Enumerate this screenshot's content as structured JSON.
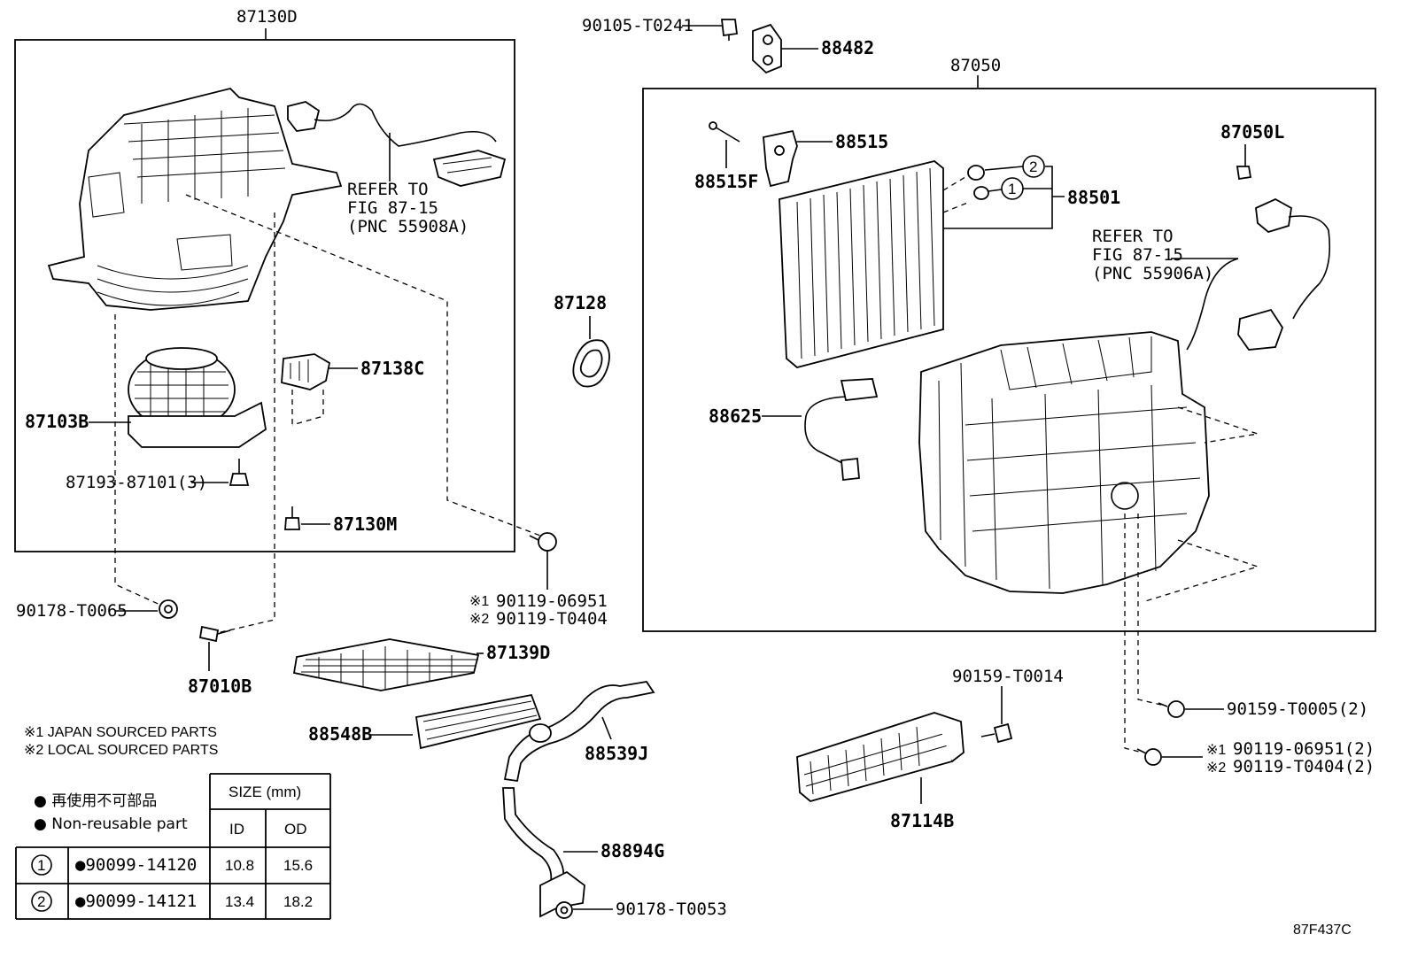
{
  "diagram_id": "87F437C",
  "assemblies": {
    "blower": "87130D",
    "unit": "87050"
  },
  "labels": {
    "p90105": "90105-T0241",
    "p88482": "88482",
    "p87050L": "87050L",
    "p88515": "88515",
    "p88515F": "88515F",
    "p88501": "88501",
    "p87128": "87128",
    "p88625": "88625",
    "p87138C": "87138C",
    "p87103B": "87103B",
    "p87193": "87193-87101(3)",
    "p87130M": "87130M",
    "p90178a": "90178-T0065",
    "p87010B": "87010B",
    "p90119a1": "90119-06951",
    "p90119a2": "90119-T0404",
    "p87139D": "87139D",
    "p88548B": "88548B",
    "p88539J": "88539J",
    "p88894G": "88894G",
    "p90178b": "90178-T0053",
    "p90159a": "90159-T0014",
    "p87114B": "87114B",
    "p90159b": "90159-T0005(2)",
    "p90119b1": "90119-06951(2)",
    "p90119b2": "90119-T0404(2)"
  },
  "refs": {
    "left": [
      "REFER TO",
      "FIG 87-15",
      "(PNC 55908A)"
    ],
    "right": [
      "REFER TO",
      "FIG 87-15",
      "(PNC 55906A)"
    ]
  },
  "marks": {
    "m1": "※1",
    "m2": "※2",
    "c1": "1",
    "c2": "2"
  },
  "notes": {
    "japan": "※1 JAPAN SOURCED PARTS",
    "local": "※2 LOCAL SOURCED PARTS"
  },
  "legend": {
    "jp": "● 再使用不可部品",
    "en": "● Non-reusable part"
  },
  "size_table": {
    "size_header": "SIZE (mm)",
    "col_id": "ID",
    "col_od": "OD",
    "rows": [
      {
        "circle": "1",
        "part": "●90099-14120",
        "id": "10.8",
        "od": "15.6"
      },
      {
        "circle": "2",
        "part": "●90099-14121",
        "id": "13.4",
        "od": "18.2"
      }
    ]
  }
}
